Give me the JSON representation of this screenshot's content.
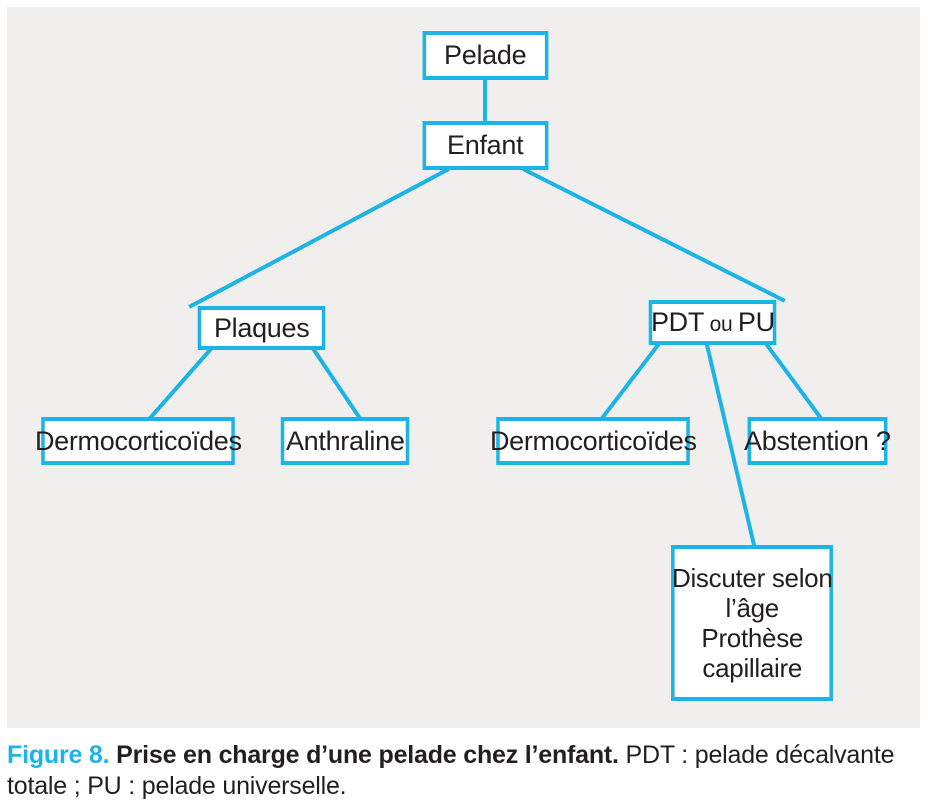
{
  "figure": {
    "background_color": "#f0efed",
    "accent_color": "#1cb4e6",
    "text_color": "#231f20",
    "box_fill": "#ffffff"
  },
  "diagram": {
    "type": "flowchart",
    "title": "Prise en charge d'une pelade chez l'enfant",
    "nodes": [
      {
        "id": "pelade",
        "label": "Pelade"
      },
      {
        "id": "enfant",
        "label": "Enfant"
      },
      {
        "id": "plaques",
        "label": "Plaques"
      },
      {
        "id": "pdt",
        "label_part1": "PDT",
        "label_small": "ou",
        "label_part2": "PU",
        "label": "PDT ou PU"
      },
      {
        "id": "dermo_left",
        "label": "Dermocorticoïdes"
      },
      {
        "id": "anthraline",
        "label": "Anthraline"
      },
      {
        "id": "dermo_right",
        "label": "Dermocorticoïdes"
      },
      {
        "id": "abstention",
        "label": "Abstention ?"
      },
      {
        "id": "discuter",
        "label": "Discuter selon\nl’âge\nProthèse\ncapillaire"
      }
    ],
    "edges": [
      {
        "from": "pelade",
        "to": "enfant"
      },
      {
        "from": "enfant",
        "to": "plaques"
      },
      {
        "from": "enfant",
        "to": "pdt"
      },
      {
        "from": "plaques",
        "to": "dermo_left"
      },
      {
        "from": "plaques",
        "to": "anthraline"
      },
      {
        "from": "pdt",
        "to": "dermo_right"
      },
      {
        "from": "pdt",
        "to": "discuter"
      },
      {
        "from": "pdt",
        "to": "abstention"
      }
    ]
  },
  "caption": {
    "figure_label": "Figure 8.",
    "bold_text": "Prise en charge d’une pelade chez l’enfant.",
    "rest_text": " PDT : pelade décalvante totale ; PU : pelade universelle."
  }
}
